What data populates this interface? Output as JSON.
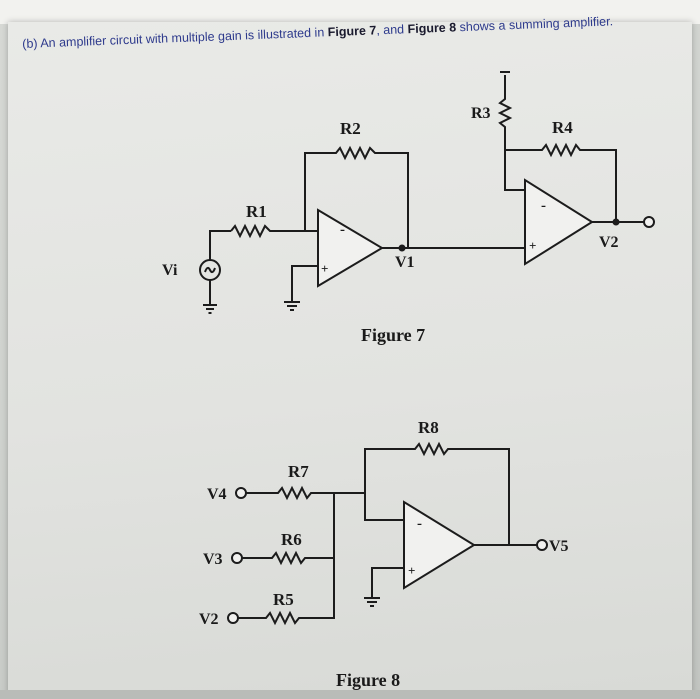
{
  "question": {
    "prefix": "(b) An amplifier circuit with multiple gain is illustrated in ",
    "fig7": "Figure 7",
    "middle": ", and ",
    "fig8": "Figure 8",
    "suffix": " shows a summing amplifier."
  },
  "figure7": {
    "caption": "Figure 7",
    "labels": {
      "r1": "R1",
      "r2": "R2",
      "r3": "R3",
      "r4": "R4",
      "vi": "Vi",
      "v1": "V1",
      "v2": "V2"
    }
  },
  "figure8": {
    "caption": "Figure 8",
    "labels": {
      "r5": "R5",
      "r6": "R6",
      "r7": "R7",
      "r8": "R8",
      "v2": "V2",
      "v3": "V3",
      "v4": "V4",
      "v5": "V5"
    }
  },
  "opamp_signs": {
    "minus": "-",
    "plus": "+"
  }
}
